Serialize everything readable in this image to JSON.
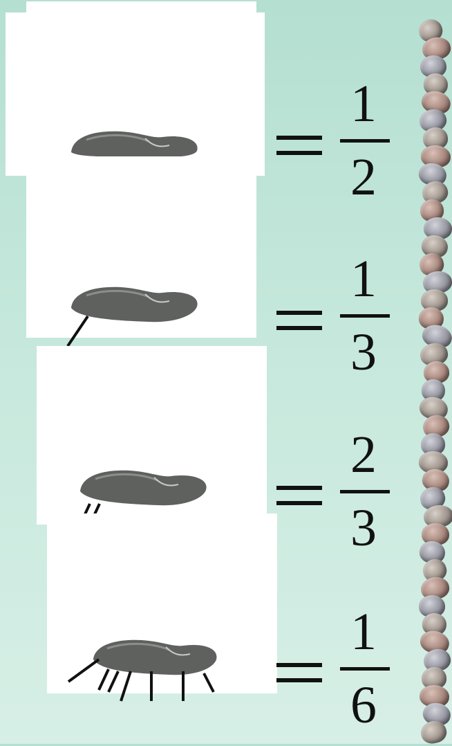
{
  "rows": [
    {
      "numerator": "1",
      "denominator": "2",
      "cut_marks": 0,
      "image": "bread-loaf"
    },
    {
      "numerator": "1",
      "denominator": "3",
      "cut_marks": 1,
      "image": "bread-loaf"
    },
    {
      "numerator": "2",
      "denominator": "3",
      "cut_marks": 2,
      "image": "bread-loaf"
    },
    {
      "numerator": "1",
      "denominator": "6",
      "cut_marks": 7,
      "image": "bread-loaf"
    }
  ],
  "decoration": {
    "border": "pebble-column"
  },
  "colors": {
    "background_top": "#b4dfd1",
    "background_bottom": "#d7efe6",
    "text": "#111111"
  }
}
